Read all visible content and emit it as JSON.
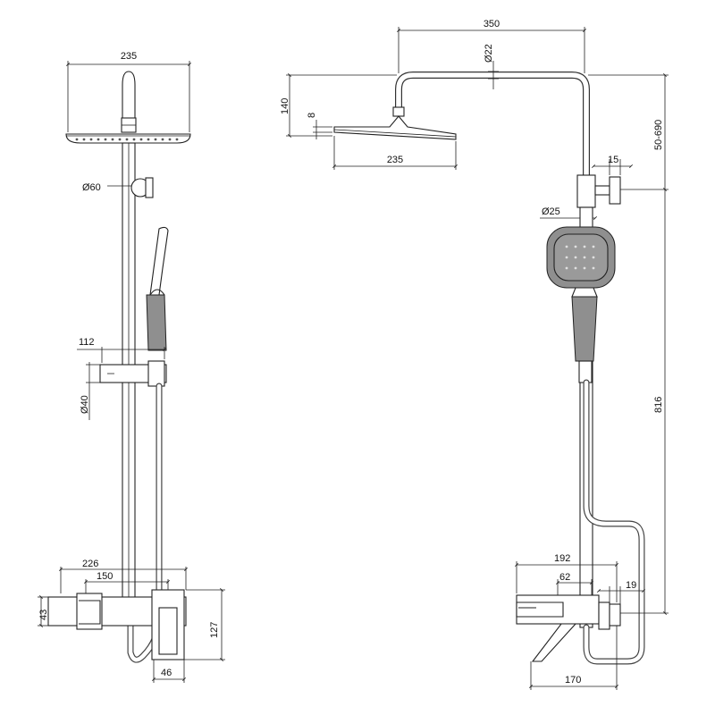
{
  "front_view": {
    "head_width": "235",
    "arm_diameter": "Ø60",
    "holder_width": "112",
    "holder_diameter": "Ø40",
    "mixer_width": "226",
    "spout_length": "150",
    "spout_height": "43",
    "mixer_height": "127",
    "mixer_depth": "46"
  },
  "side_view": {
    "arm_reach": "350",
    "arm_diameter": "Ø22",
    "head_drop": "140",
    "head_thickness": "8",
    "head_width": "235",
    "height_adjust": "50-690",
    "outlet_offset": "15",
    "pipe_diameter": "Ø25",
    "rail_length": "816",
    "mixer_width": "192",
    "spout_offset": "62",
    "wall_offset": "19",
    "connection_spacing": "170"
  }
}
